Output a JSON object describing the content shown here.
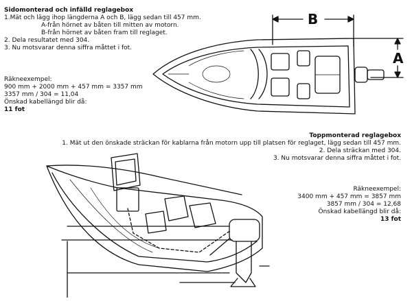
{
  "side_section": {
    "title": "Sidomonterad och infälld reglagebox",
    "steps": [
      "1.Mät och lägg ihop längderna A och B, lägg sedan till 457 mm.",
      "A-från hörnet av båten till mitten av motorn.",
      "B-från hörnet av båten fram till reglaget.",
      "2. Dela resultatet med 304.",
      "3. Nu motsvarar denna siffra måttet i fot."
    ],
    "example_title": "Räkneexempel:",
    "example_lines": [
      "900 mm + 2000 mm + 457 mm = 3357 mm",
      "3357 mm / 304 = 11,04",
      "Önskad kabellängd blir då:"
    ],
    "result": "11 fot"
  },
  "top_section": {
    "title": "Toppmonterad reglagebox",
    "steps": [
      "1. Mät ut den önskade sträckan för kablarna från motorn upp till platsen för reglaget, lägg sedan till 457 mm.",
      "2. Dela sträckan med 304.",
      "3. Nu motsvarar denna siffra måttet i fot."
    ],
    "example_title": "Räkneexempel:",
    "example_lines": [
      "3400 mm + 457 mm = 3857 mm",
      "3857 mm / 304 = 12,68",
      "Önskad kabellängd blir då:"
    ],
    "result": "13 fot"
  },
  "diagram": {
    "label_b": "B",
    "label_a": "A"
  }
}
